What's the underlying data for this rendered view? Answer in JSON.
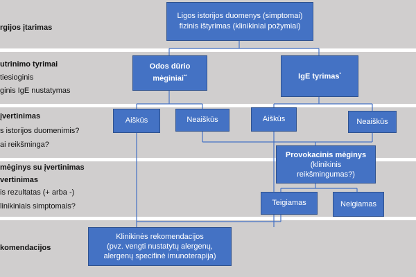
{
  "bands": [
    {
      "label": "rgijos įtarimas",
      "lines": []
    },
    {
      "label": "utrinimo tyrimai",
      "lines": [
        "tiesioginis",
        "ginis IgE nustatymas"
      ]
    },
    {
      "label": "įvertinimas",
      "lines": [
        "s istorijos duomenimis?",
        "ai reikšminga?"
      ]
    },
    {
      "label": "mėginys su įvertinimas",
      "label2": "vertinimas",
      "lines": [
        "is rezultatas (+ arba -)",
        "linikiniais simptomais?"
      ]
    },
    {
      "label": "komendacijos",
      "lines": []
    }
  ],
  "boxes": {
    "top": {
      "line1": "Ligos istorijos duomenys (simptomai)",
      "line2": "fizinis ištyrimas (klinikiniai požymiai)"
    },
    "skin": {
      "line1": "Odos dūrio",
      "line2": "mėginiai",
      "mark": "**"
    },
    "ige": {
      "line1": "IgE tyrimas",
      "mark": "*"
    },
    "skin_clear": "Aiškūs",
    "skin_unclear": "Neaiškūs",
    "ige_clear": "Aiškūs",
    "ige_unclear": "Neaiškūs",
    "provocation": {
      "line1": "Provokacinis mėginys",
      "line2": "(klinikinis",
      "line3": "reikšmingumas?)"
    },
    "positive": "Teigiamas",
    "negative": "Neigiamas",
    "recommend": {
      "line1": "Klinikinės rekomendacijos",
      "line2": "(pvz. vengti nustatytų alergenų,",
      "line3": "alergenų specifinė imunoterapija)"
    }
  },
  "colors": {
    "band": "#d0cece",
    "box": "#4472c4",
    "box_border": "#2f528f",
    "line": "#4472c4"
  }
}
